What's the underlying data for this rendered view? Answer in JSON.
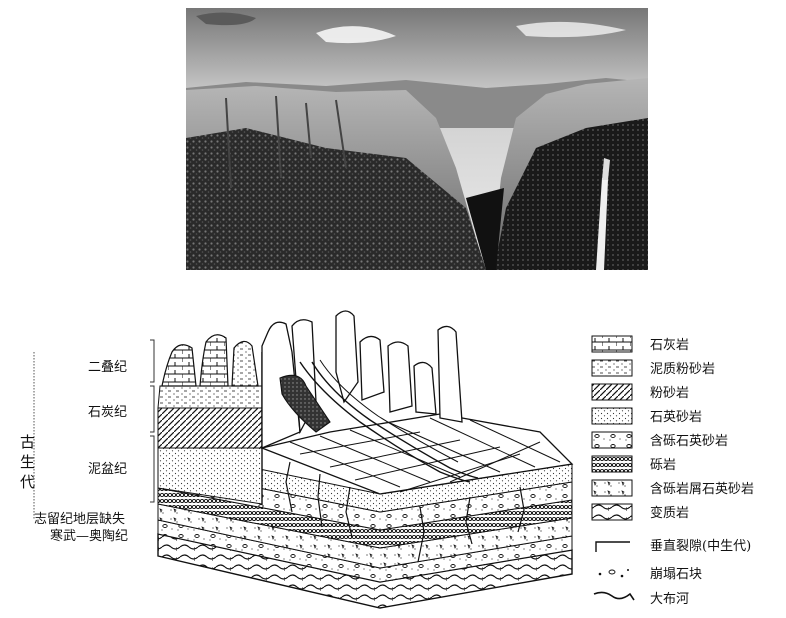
{
  "time_labels": {
    "permian": "二叠纪",
    "carboniferous": "石炭纪",
    "devonian": "泥盆纪",
    "silurian_missing": "志留纪地层缺失",
    "cambrian_ordovician": "寒武—奥陶纪",
    "paleozoic": "古生代"
  },
  "legend": [
    {
      "key": "limestone",
      "label": "石灰岩"
    },
    {
      "key": "argillaceous-siltstone",
      "label": "泥质粉砂岩"
    },
    {
      "key": "siltstone",
      "label": "粉砂岩"
    },
    {
      "key": "quartz-sandstone",
      "label": "石英砂岩"
    },
    {
      "key": "gravelly-quartz-sandstone",
      "label": "含砾石英砂岩"
    },
    {
      "key": "conglomerate",
      "label": "砾岩"
    },
    {
      "key": "gravelly-debris-quartz-sandstone",
      "label": "含砾岩屑石英砂岩"
    },
    {
      "key": "metamorphic-rock",
      "label": "变质岩"
    },
    {
      "key": "vertical-fracture",
      "label": "垂直裂隙(中生代)"
    },
    {
      "key": "collapsed-boulders",
      "label": "崩塌石块"
    },
    {
      "key": "dabu-river",
      "label": "大布河"
    }
  ]
}
